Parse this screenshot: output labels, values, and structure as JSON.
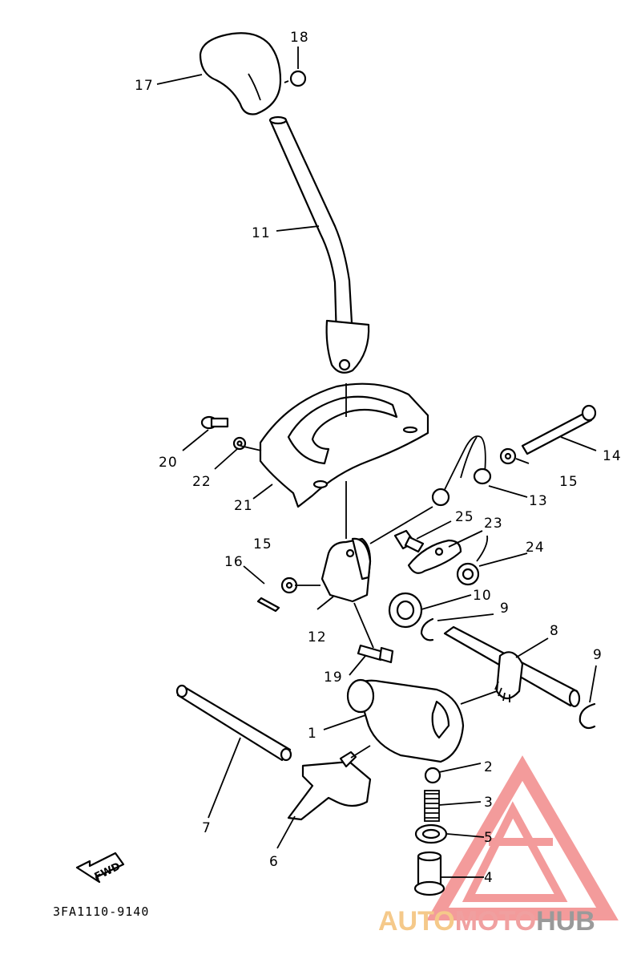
{
  "diagram": {
    "callouts": {
      "p1": "1",
      "p2": "2",
      "p3": "3",
      "p4": "4",
      "p5": "5",
      "p6": "6",
      "p7": "7",
      "p8": "8",
      "p9a": "9",
      "p9b": "9",
      "p10": "10",
      "p11": "11",
      "p12": "12",
      "p13": "13",
      "p14": "14",
      "p15a": "15",
      "p15b": "15",
      "p16": "16",
      "p17": "17",
      "p18": "18",
      "p19": "19",
      "p20": "20",
      "p21": "21",
      "p22": "22",
      "p23": "23",
      "p24": "24",
      "p25": "25"
    },
    "direction_label": "FWD",
    "diagram_code": "3FA1110-9140"
  },
  "watermark": {
    "part1": "AUTO",
    "part2": "MOTO",
    "part3": "HUB",
    "colors": {
      "auto": "#f5c98a",
      "moto": "#f0a0a0",
      "hub": "#9a9a9a",
      "triangle": "#f07a7a"
    }
  }
}
